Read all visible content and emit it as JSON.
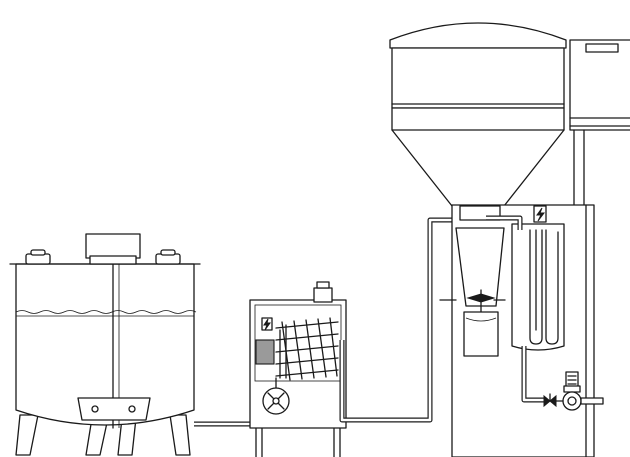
{
  "diagram": {
    "description_components": [
      "storage-tank",
      "cooling-coil-unit",
      "hopper-machine",
      "pump",
      "heating-element",
      "pressure-regulator",
      "valve"
    ],
    "colors": {
      "line": "#1a1a1a",
      "background": "#ffffff",
      "accent_grey": "#9a9a9a"
    },
    "icons": [
      "electrical-hazard-icon",
      "electrical-hazard-icon",
      "pump-icon",
      "valve-icon"
    ]
  }
}
